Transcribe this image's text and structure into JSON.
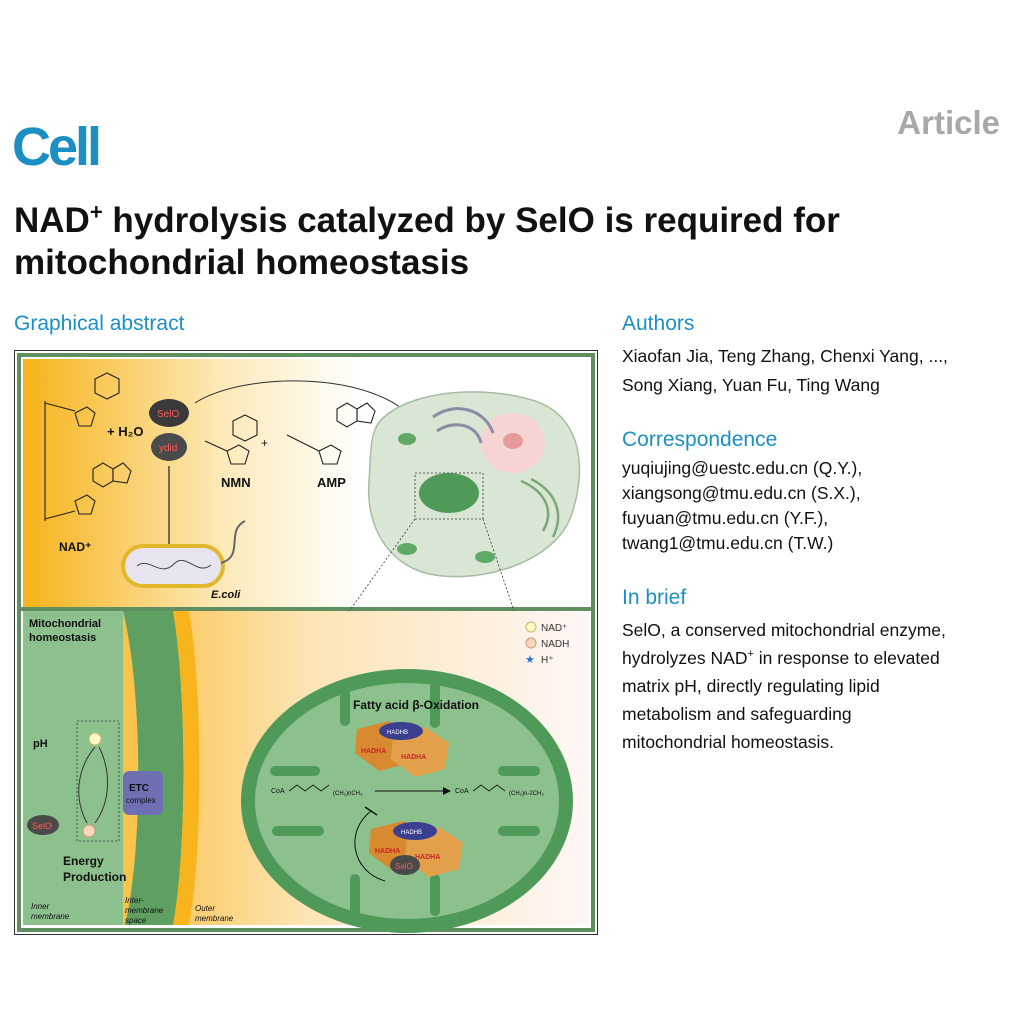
{
  "header": {
    "journal": "Cell",
    "article_type": "Article"
  },
  "title": {
    "part1": "NAD",
    "sup": "+",
    "part2": " hydrolysis catalyzed by SelO is required for",
    "line2": "mitochondrial homeostasis"
  },
  "graphical_abstract": {
    "heading": "Graphical abstract",
    "labels": {
      "nad": "NAD⁺",
      "water": "+ H₂O",
      "selo": "SelO",
      "ydid": "ydid",
      "nmn": "NMN",
      "amp": "AMP",
      "plus": "+",
      "ecoli": "E.coli",
      "mito_homeostasis_1": "Mitochondrial",
      "mito_homeostasis_2": "homeostasis",
      "ph": "pH",
      "etc_1": "ETC",
      "etc_2": "complex",
      "energy_1": "Energy",
      "energy_2": "Production",
      "inner_membrane_1": "Inner",
      "inner_membrane_2": "membrane",
      "intermembrane_1": "Inter-",
      "intermembrane_2": "membrane",
      "intermembrane_3": "space",
      "outer_membrane_1": "Outer",
      "outer_membrane_2": "membrane",
      "fatty_acid": "Fatty acid β-Oxidation",
      "hadha": "HADHA",
      "hadhb": "HADHB",
      "coa_left": "CoA",
      "chain_left": "(CH₂)nCH₃",
      "coa_right": "CoA",
      "chain_right": "(CH₂)n-2CH₃",
      "legend_nad": "NAD⁺",
      "legend_nadh": "NADH",
      "legend_h": "H⁺"
    }
  },
  "authors": {
    "heading": "Authors",
    "line1": "Xiaofan Jia, Teng Zhang, Chenxi Yang, ...,",
    "line2": "Song Xiang, Yuan Fu, Ting Wang"
  },
  "correspondence": {
    "heading": "Correspondence",
    "emails": [
      "yuqiujing@uestc.edu.cn (Q.Y.),",
      "xiangsong@tmu.edu.cn (S.X.),",
      "fuyuan@tmu.edu.cn (Y.F.),",
      "twang1@tmu.edu.cn (T.W.)"
    ]
  },
  "in_brief": {
    "heading": "In brief",
    "line1": "SelO, a conserved mitochondrial enzyme,",
    "line2_a": "hydrolyzes NAD",
    "line2_sup": "+",
    "line2_b": " in response to elevated",
    "line3": "matrix pH, directly regulating lipid",
    "line4": "metabolism and safeguarding",
    "line5": "mitochondrial homeostasis."
  },
  "colors": {
    "brand": "#1b8fc4",
    "article_gray": "#a8a8a8",
    "panel_border": "#4a7a4a",
    "mito_green": "#8cc18e",
    "yellow_accent": "#f7b722",
    "hadh_orange": "#d9892f",
    "hadh_purple": "#3a3f8f"
  }
}
